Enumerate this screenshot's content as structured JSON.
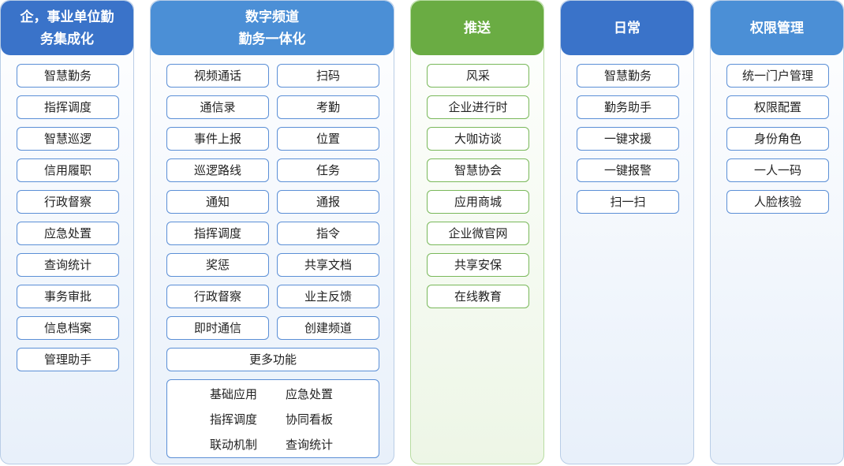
{
  "columns": [
    {
      "title_lines": [
        "企，事业单位勤",
        "务集成化"
      ],
      "header_color": "#3a73c9",
      "items": [
        "智慧勤务",
        "指挥调度",
        "智慧巡逻",
        "信用履职",
        "行政督察",
        "应急处置",
        "查询统计",
        "事务审批",
        "信息档案",
        "管理助手"
      ]
    },
    {
      "title_lines": [
        "数字频道",
        "勤务一体化"
      ],
      "header_color": "#4b8fd6",
      "left_items": [
        "视频通话",
        "通信录",
        "事件上报",
        "巡逻路线",
        "通知",
        "指挥调度",
        "奖惩",
        "行政督察",
        "即时通信"
      ],
      "right_items": [
        "扫码",
        "考勤",
        "位置",
        "任务",
        "通报",
        "指令",
        "共享文档",
        "业主反馈",
        "创建频道"
      ],
      "more": "更多功能",
      "sub_items": [
        "基础应用",
        "应急处置",
        "指挥调度",
        "协同看板",
        "联动机制",
        "查询统计"
      ]
    },
    {
      "title_lines": [
        "推送"
      ],
      "header_color": "#6aac43",
      "items": [
        "风采",
        "企业进行时",
        "大咖访谈",
        "智慧协会",
        "应用商城",
        "企业微官网",
        "共享安保",
        "在线教育"
      ]
    },
    {
      "title_lines": [
        "日常"
      ],
      "header_color": "#3a73c9",
      "items": [
        "智慧勤务",
        "勤务助手",
        "一键求援",
        "一键报警",
        "扫一扫"
      ]
    },
    {
      "title_lines": [
        "权限管理"
      ],
      "header_color": "#4b8fd6",
      "items": [
        "统一门户管理",
        "权限配置",
        "身份角色",
        "一人一码",
        "人脸核验"
      ]
    }
  ]
}
